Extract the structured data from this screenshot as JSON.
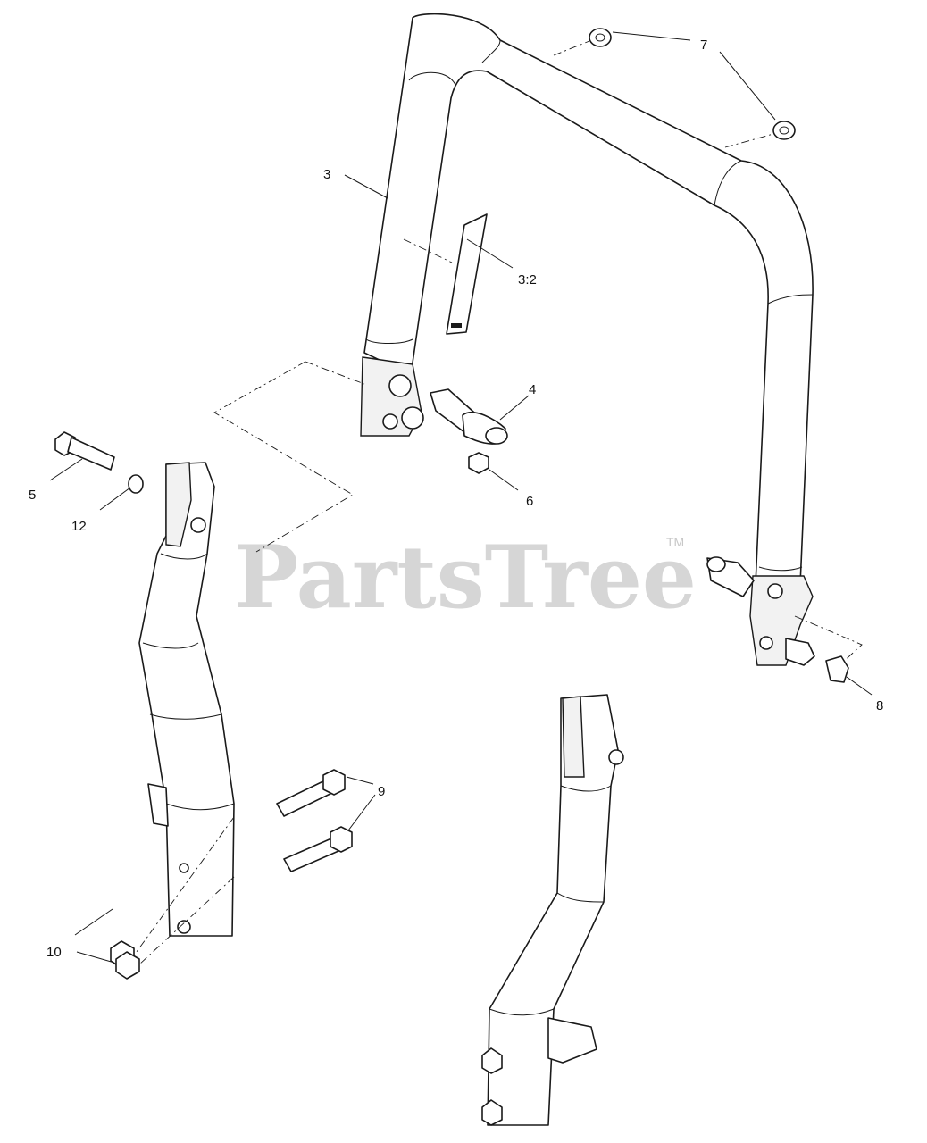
{
  "watermark": {
    "brand": "PartsTree",
    "trademark": "TM"
  },
  "callouts": [
    {
      "id": "callout-3",
      "label": "3"
    },
    {
      "id": "callout-3-2",
      "label": "3:2"
    },
    {
      "id": "callout-4",
      "label": "4"
    },
    {
      "id": "callout-5",
      "label": "5"
    },
    {
      "id": "callout-6",
      "label": "6"
    },
    {
      "id": "callout-7",
      "label": "7"
    },
    {
      "id": "callout-8",
      "label": "8"
    },
    {
      "id": "callout-9",
      "label": "9"
    },
    {
      "id": "callout-10",
      "label": "10"
    },
    {
      "id": "callout-12",
      "label": "12"
    }
  ]
}
